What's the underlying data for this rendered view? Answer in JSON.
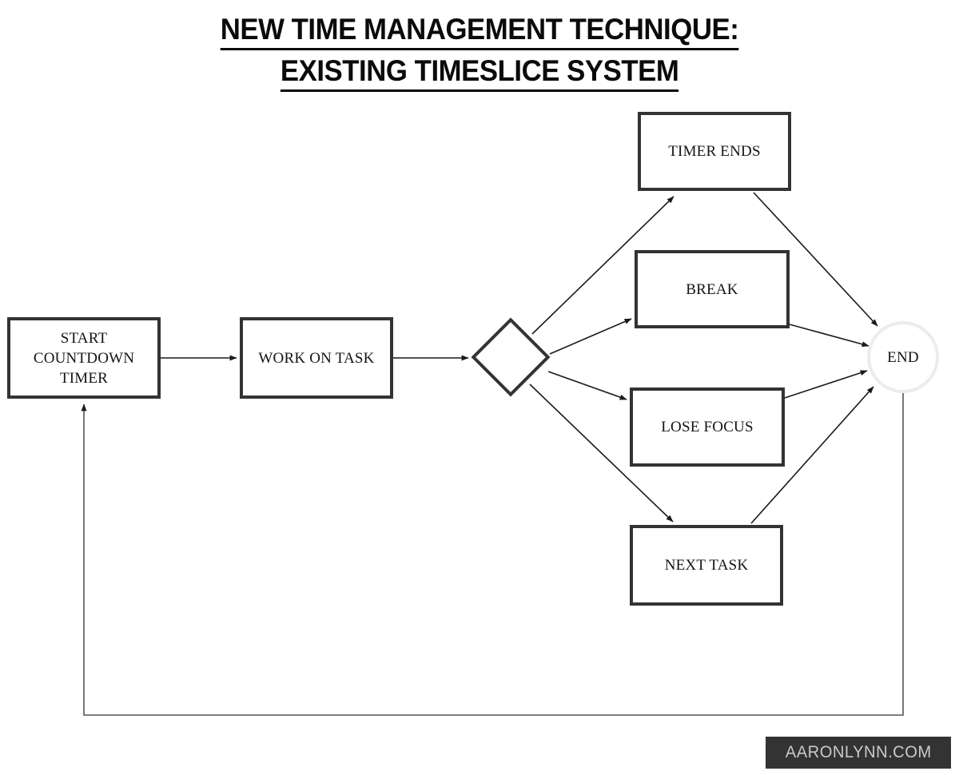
{
  "title": {
    "line1": "NEW TIME MANAGEMENT TECHNIQUE:",
    "line2": "EXISTING TIMESLICE SYSTEM"
  },
  "diagram": {
    "type": "flowchart",
    "nodes": [
      {
        "id": "start",
        "label": "START\nCOUNTDOWN\nTIMER",
        "shape": "rectangle"
      },
      {
        "id": "work",
        "label": "WORK ON TASK",
        "shape": "rectangle"
      },
      {
        "id": "decision",
        "label": "",
        "shape": "diamond"
      },
      {
        "id": "timer_ends",
        "label": "TIMER ENDS",
        "shape": "rectangle"
      },
      {
        "id": "break",
        "label": "BREAK",
        "shape": "rectangle"
      },
      {
        "id": "lose_focus",
        "label": "LOSE FOCUS",
        "shape": "rectangle"
      },
      {
        "id": "next_task",
        "label": "NEXT TASK",
        "shape": "rectangle"
      },
      {
        "id": "end",
        "label": "END",
        "shape": "circle"
      }
    ],
    "edges": [
      {
        "from": "start",
        "to": "work",
        "label": ""
      },
      {
        "from": "work",
        "to": "decision",
        "label": ""
      },
      {
        "from": "decision",
        "to": "timer_ends",
        "label": ""
      },
      {
        "from": "decision",
        "to": "break",
        "label": ""
      },
      {
        "from": "decision",
        "to": "lose_focus",
        "label": ""
      },
      {
        "from": "decision",
        "to": "next_task",
        "label": ""
      },
      {
        "from": "timer_ends",
        "to": "end",
        "label": ""
      },
      {
        "from": "break",
        "to": "end",
        "label": ""
      },
      {
        "from": "lose_focus",
        "to": "end",
        "label": ""
      },
      {
        "from": "next_task",
        "to": "end",
        "label": ""
      },
      {
        "from": "end",
        "to": "start",
        "label": ""
      }
    ]
  },
  "colors": {
    "node_border": "#333333",
    "node_fill": "#ffffff",
    "end_border": "#ececec",
    "edge": "#333333",
    "text": "#141414",
    "watermark_bg": "#333333",
    "watermark_text": "#c9c9c9"
  },
  "watermark": {
    "text": "AARONLYNN.COM"
  }
}
